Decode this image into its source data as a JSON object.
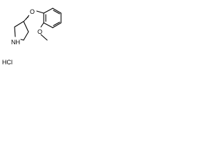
{
  "molecule": {
    "atoms": {
      "oxygen_ether": "O",
      "oxygen_methoxy": "O",
      "nitrogen": "NH"
    },
    "salt": "HCl"
  }
}
